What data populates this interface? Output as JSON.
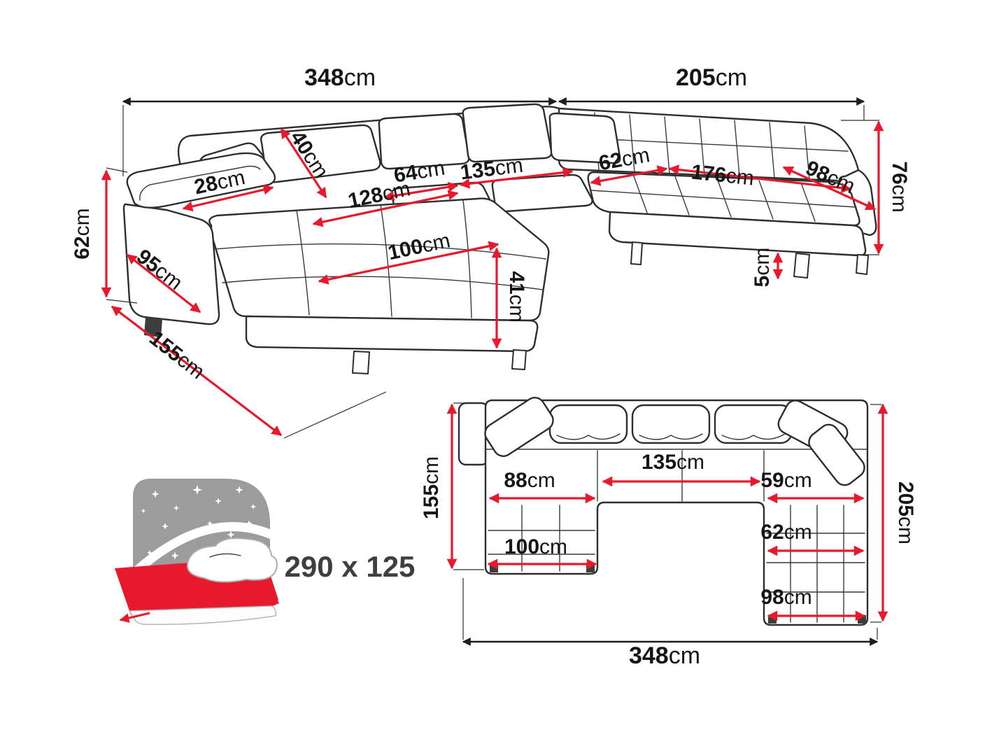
{
  "colors": {
    "dimension_red": "#e8192c",
    "outline_black": "#2e2e2e",
    "label_color": "#161616",
    "headboard_gray": "#9c9c9c",
    "mattress_red": "#e8192c"
  },
  "perspective_view": {
    "total_width_left": {
      "value": "348",
      "unit": "cm"
    },
    "total_width_right": {
      "value": "205",
      "unit": "cm"
    },
    "back_height": {
      "value": "76",
      "unit": "cm"
    },
    "leg_height": {
      "value": "5",
      "unit": "cm"
    },
    "arm_height": {
      "value": "62",
      "unit": "cm"
    },
    "total_depth": {
      "value": "155",
      "unit": "cm"
    },
    "arm_length": {
      "value": "95",
      "unit": "cm"
    },
    "arm_width": {
      "value": "28",
      "unit": "cm"
    },
    "back_cushion": {
      "value": "40",
      "unit": "cm"
    },
    "seat_depth_mid": {
      "value": "64",
      "unit": "cm"
    },
    "seat_width_mid": {
      "value": "135",
      "unit": "cm"
    },
    "chaise_inner_length": {
      "value": "128",
      "unit": "cm"
    },
    "seat_depth_right": {
      "value": "62",
      "unit": "cm"
    },
    "seat_width_right": {
      "value": "176",
      "unit": "cm"
    },
    "right_section_depth": {
      "value": "98",
      "unit": "cm"
    },
    "chaise_width": {
      "value": "100",
      "unit": "cm"
    },
    "seat_height": {
      "value": "41",
      "unit": "cm"
    }
  },
  "plan_view": {
    "depth_left": {
      "value": "155",
      "unit": "cm"
    },
    "depth_right": {
      "value": "205",
      "unit": "cm"
    },
    "chaise_seat_width": {
      "value": "88",
      "unit": "cm"
    },
    "mid_seat_width": {
      "value": "135",
      "unit": "cm"
    },
    "right_seat_width": {
      "value": "59",
      "unit": "cm"
    },
    "right_inner_width": {
      "value": "62",
      "unit": "cm"
    },
    "chaise_width": {
      "value": "100",
      "unit": "cm"
    },
    "right_outer_width": {
      "value": "98",
      "unit": "cm"
    },
    "total_width": {
      "value": "348",
      "unit": "cm"
    }
  },
  "sleeping_area": {
    "label": "290 x 125"
  }
}
